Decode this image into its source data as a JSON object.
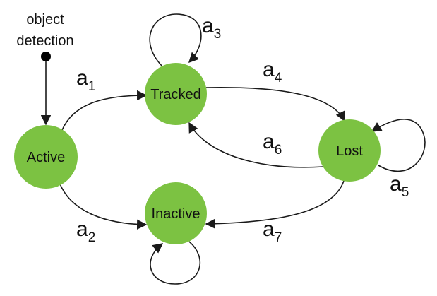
{
  "start": {
    "label_line1": "object",
    "label_line2": "detection"
  },
  "states": {
    "active": "Active",
    "tracked": "Tracked",
    "lost": "Lost",
    "inactive": "Inactive"
  },
  "colors": {
    "state_fill": "#7cc242",
    "edge": "#1a1a1a"
  },
  "edges": {
    "a1": {
      "base": "a",
      "sub": "1"
    },
    "a2": {
      "base": "a",
      "sub": "2"
    },
    "a3": {
      "base": "a",
      "sub": "3"
    },
    "a4": {
      "base": "a",
      "sub": "4"
    },
    "a5": {
      "base": "a",
      "sub": "5"
    },
    "a6": {
      "base": "a",
      "sub": "6"
    },
    "a7": {
      "base": "a",
      "sub": "7"
    }
  }
}
